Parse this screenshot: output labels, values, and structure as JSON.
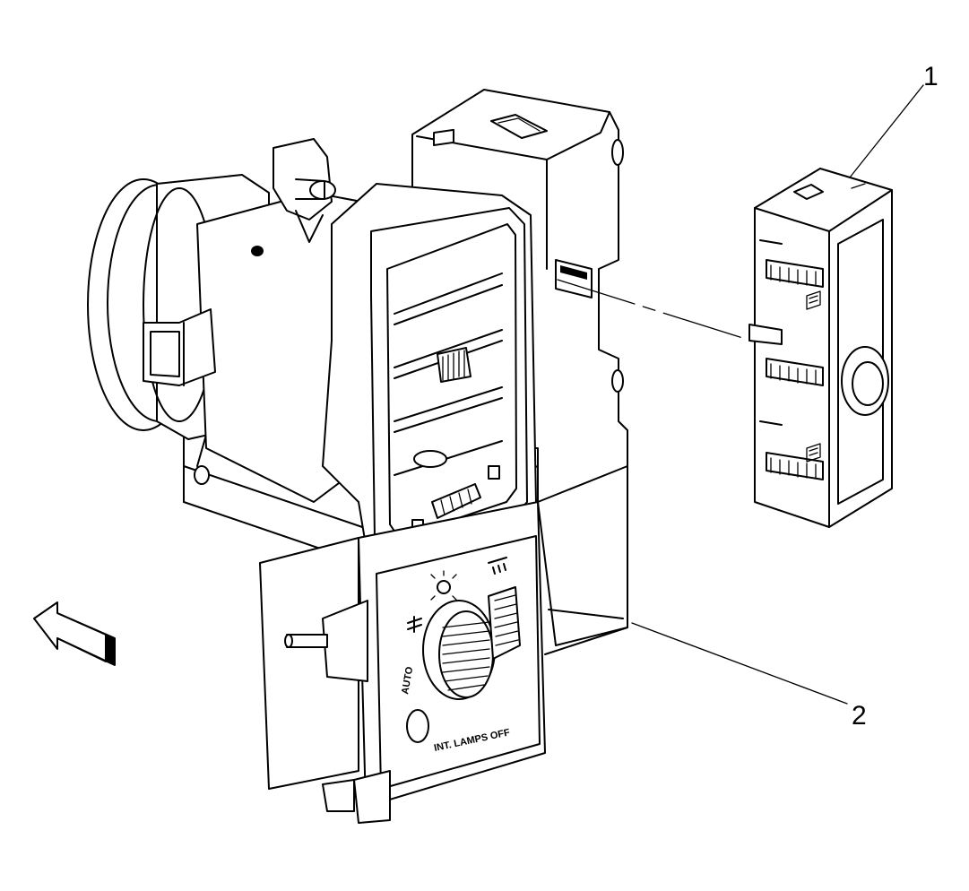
{
  "callouts": [
    {
      "number": "1",
      "part": "module"
    },
    {
      "number": "2",
      "part": "switch-and-vent-assembly"
    }
  ],
  "switch_labels": {
    "auto": "AUTO",
    "int_lamps": "INT. LAMPS OFF"
  },
  "icons": {
    "direction": "front-direction-arrow-icon",
    "headlamp": "headlamp-symbol-icon",
    "parking_lamp": "parking-lamp-symbol-icon",
    "dimmer": "dimmer-symbol-icon"
  }
}
